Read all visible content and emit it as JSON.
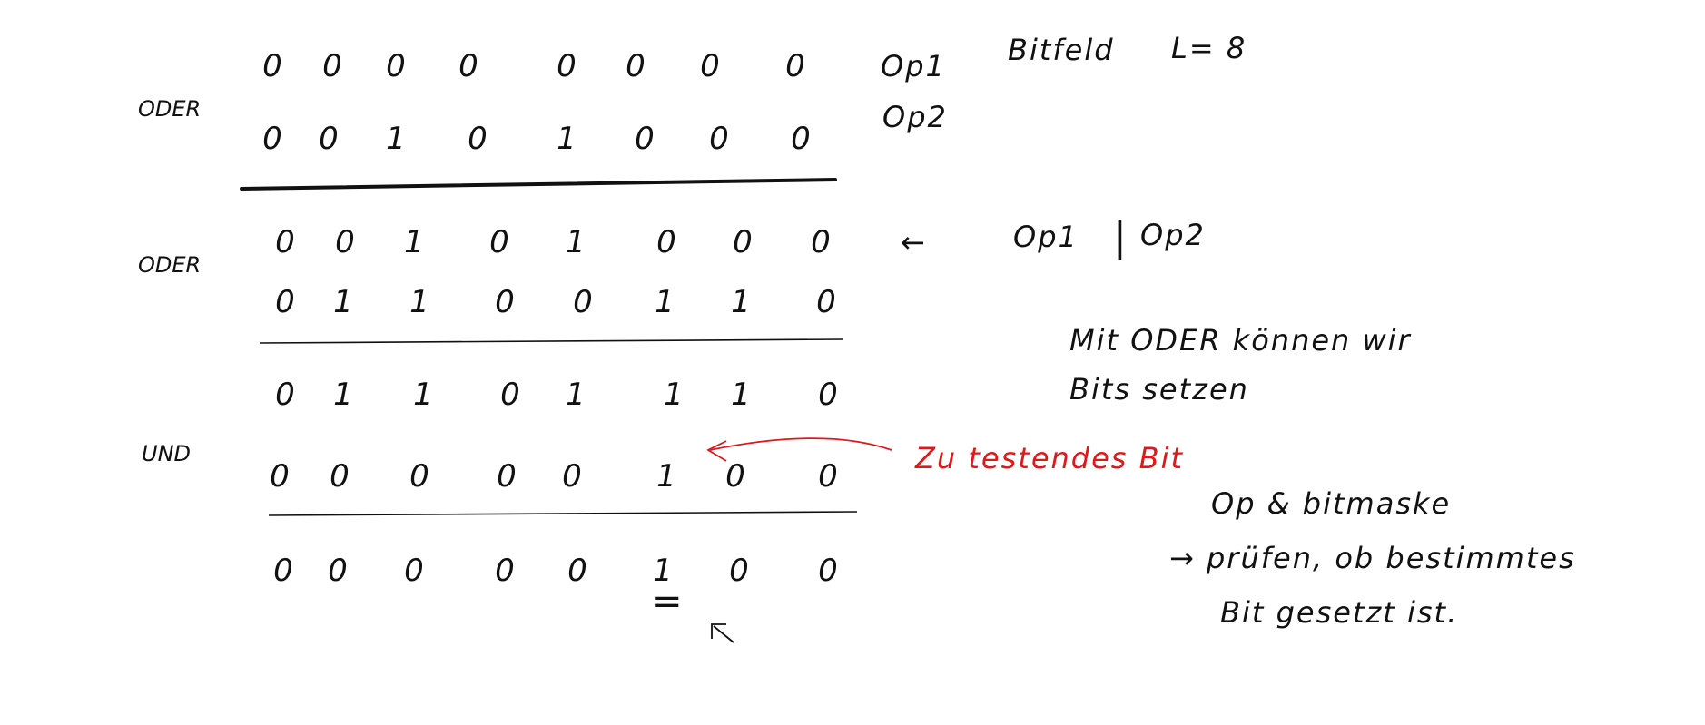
{
  "colors": {
    "ink": "#111111",
    "highlight": "#e01818",
    "background": "#ffffff"
  },
  "rows": [
    {
      "name": "op1",
      "bits": [
        "0",
        "0",
        "0",
        "0",
        "0",
        "0",
        "0",
        "0"
      ],
      "color": "ink"
    },
    {
      "name": "op2",
      "bits": [
        "0",
        "0",
        "1",
        "0",
        "1",
        "0",
        "0",
        "0"
      ],
      "color": "ink"
    },
    {
      "name": "result-or",
      "bits": [
        "0",
        "0",
        "1",
        "0",
        "1",
        "0",
        "0",
        "0"
      ],
      "color": "ink"
    },
    {
      "name": "or-operand",
      "bits": [
        "0",
        "1",
        "1",
        "0",
        "0",
        "1",
        "1",
        "0"
      ],
      "color": "ink"
    },
    {
      "name": "result-set",
      "bits": [
        "0",
        "1",
        "1",
        "0",
        "1",
        "1",
        "1",
        "0"
      ],
      "color": "ink"
    },
    {
      "name": "bitmask",
      "bits": [
        "0",
        "0",
        "0",
        "0",
        "0",
        "1",
        "0",
        "0"
      ],
      "color": "highlight"
    },
    {
      "name": "result-and",
      "bits": [
        "0",
        "0",
        "0",
        "0",
        "0",
        "1",
        "0",
        "0"
      ],
      "color": "ink"
    }
  ],
  "operators": {
    "first": "ODER",
    "second": "ODER",
    "third": "UND"
  },
  "labels": {
    "op1": "Op1",
    "bitfeld": "Bitfeld",
    "length": "L= 8",
    "op2": "Op2",
    "arrow": "←",
    "or_expr_left": "Op1",
    "or_expr_bar": "|",
    "or_expr_right": "Op2",
    "oder_note_1": "Mit ODER können wir",
    "oder_note_2": "Bits setzen",
    "test_bit": "Zu testendes Bit",
    "and_note_1": "Op & bitmaske",
    "and_note_2": "→ prüfen, ob bestimmtes",
    "and_note_3": "Bit gesetzt ist.",
    "equals_mark": "="
  }
}
